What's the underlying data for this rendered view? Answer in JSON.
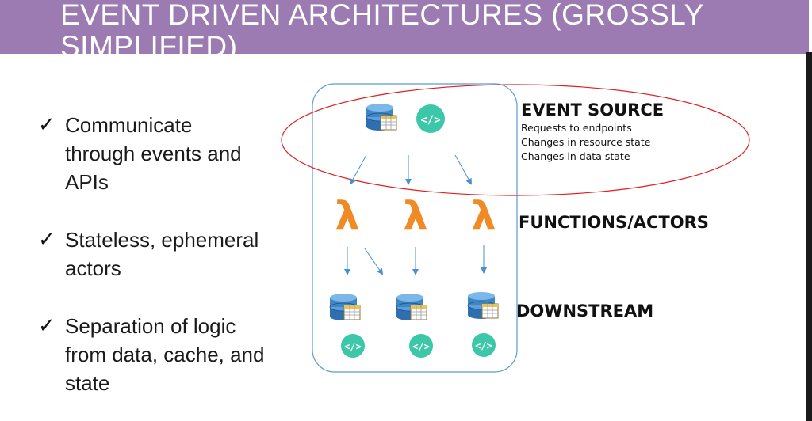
{
  "slide": {
    "title": "EVENT DRIVEN ARCHITECTURES (GROSSLY SIMPLIFIED)",
    "bullets": [
      {
        "check": "✓",
        "text": "Communicate\nthrough events and\nAPIs"
      },
      {
        "check": "✓",
        "text": "Stateless, ephemeral\nactors"
      },
      {
        "check": "✓",
        "text": "Separation of logic\nfrom data, cache, and\nstate"
      }
    ]
  },
  "diagram": {
    "event_source": {
      "label": "EVENT SOURCE",
      "details": [
        "Requests to endpoints",
        "Changes in resource state",
        "Changes in data state"
      ]
    },
    "functions": {
      "label": "FUNCTIONS/ACTORS",
      "symbol": "λ"
    },
    "downstream": {
      "label": "DOWNSTREAM"
    },
    "code_icon_text": "</>",
    "colors": {
      "title_bar": "#9b7bb2",
      "lambda": "#f08a24",
      "code_icon": "#3cc7a8",
      "database": "#3f86c6",
      "highlight_ellipse": "#e02020",
      "container": "#5b9bd5"
    }
  }
}
